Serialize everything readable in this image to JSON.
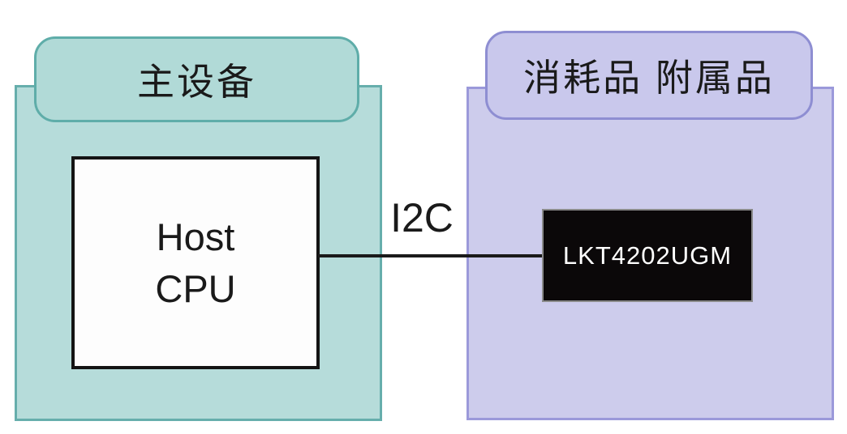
{
  "diagram": {
    "master_group": {
      "label": "主设备",
      "host_cpu": {
        "line1": "Host",
        "line2": "CPU"
      }
    },
    "consumable_group": {
      "label": "消耗品 附属品",
      "chip_label": "LKT4202UGM"
    },
    "bus": {
      "label": "I2C"
    }
  },
  "colors": {
    "teal-fill": "#b6dcda",
    "teal-border": "#66aeac",
    "teal-tab-fill": "#b1dad7",
    "teal-tab-border": "#5fada9",
    "purple-fill": "#cdccec",
    "purple-border": "#9b99da",
    "purple-tab-fill": "#c9c8ec",
    "purple-tab-border": "#8e8ed2",
    "chip-bg": "#0b0809",
    "chip-text": "#ffffff",
    "line-color": "#1a1a1a",
    "text-color": "#1a1a1a"
  }
}
